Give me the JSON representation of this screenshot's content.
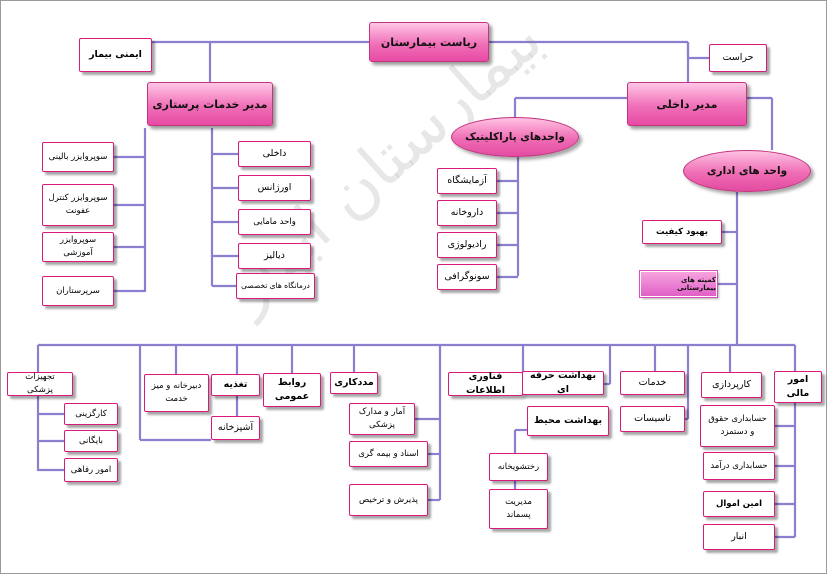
{
  "watermark": "بیمارستان ابهار",
  "nodes": {
    "head": "ریاست بیمارستان",
    "patient_safety": "ایمنی بیمار",
    "security": "حراست",
    "nursing_manager": "مدیر خدمات پرستاری",
    "internal_manager": "مدیر داخلی",
    "paraclinic_units": "واحدهای پاراکلینیک",
    "admin_units": "واحد های اداری",
    "quality_improvement": "بهبود کیفیت",
    "hospital_committee": "کمیته های بیمارستانی",
    "supervisor_clinical": "سوپروایزر بالینی",
    "supervisor_infection": "سوپروایزر کنترل\nعفونت",
    "supervisor_education": "سوپروایزر آموزشی",
    "head_nurse": "سرپرستاران",
    "internal": "داخلی",
    "emergency": "اورژانس",
    "midwifery": "واحد مامایی",
    "dialysis": "دیالیز",
    "specialty_clinics": "درمانگاه های تخصصی",
    "lab": "آزمایشگاه",
    "pharmacy": "داروخانه",
    "radiology": "رادیولوژی",
    "sonography": "سونوگرافی",
    "medical_equipment": "تجهیزات پزشکی",
    "staffing": "کارگزینی",
    "archive": "بایگانی",
    "welfare": "امور رفاهی",
    "secretariat": "دبیرخانه و میز\nخدمت",
    "nutrition": "تغذیه",
    "kitchen": "آشپزخانه",
    "public_relations": "روابط\nعمومی",
    "social_work": "مددکاری",
    "medical_records": "آمار و مدارک\nپزشکی",
    "insurance_docs": "اسناد و بیمه گری",
    "admission": "پذیرش و ترخیص",
    "it": "فناوری اطلاعات",
    "occupational_health": "بهداشت حرفه ای",
    "environmental_health": "بهداشت محیط",
    "laundry": "رختشویخانه",
    "waste_management": "مدیریت\nپسماند",
    "services": "خدمات",
    "facilities": "تاسیسات",
    "procurement": "کارپردازی",
    "finance": "امور مالی",
    "payroll_accounting": "حسابداری حقوق\nو دستمزد",
    "revenue_accounting": "حسابداری درآمد",
    "property_custodian": "امین اموال",
    "warehouse": "انبار"
  },
  "colors": {
    "connector": "#8b7fd0",
    "box_border": "#d81b7a",
    "header_fill": "#f070b8",
    "committee_fill": "#e060c6"
  }
}
